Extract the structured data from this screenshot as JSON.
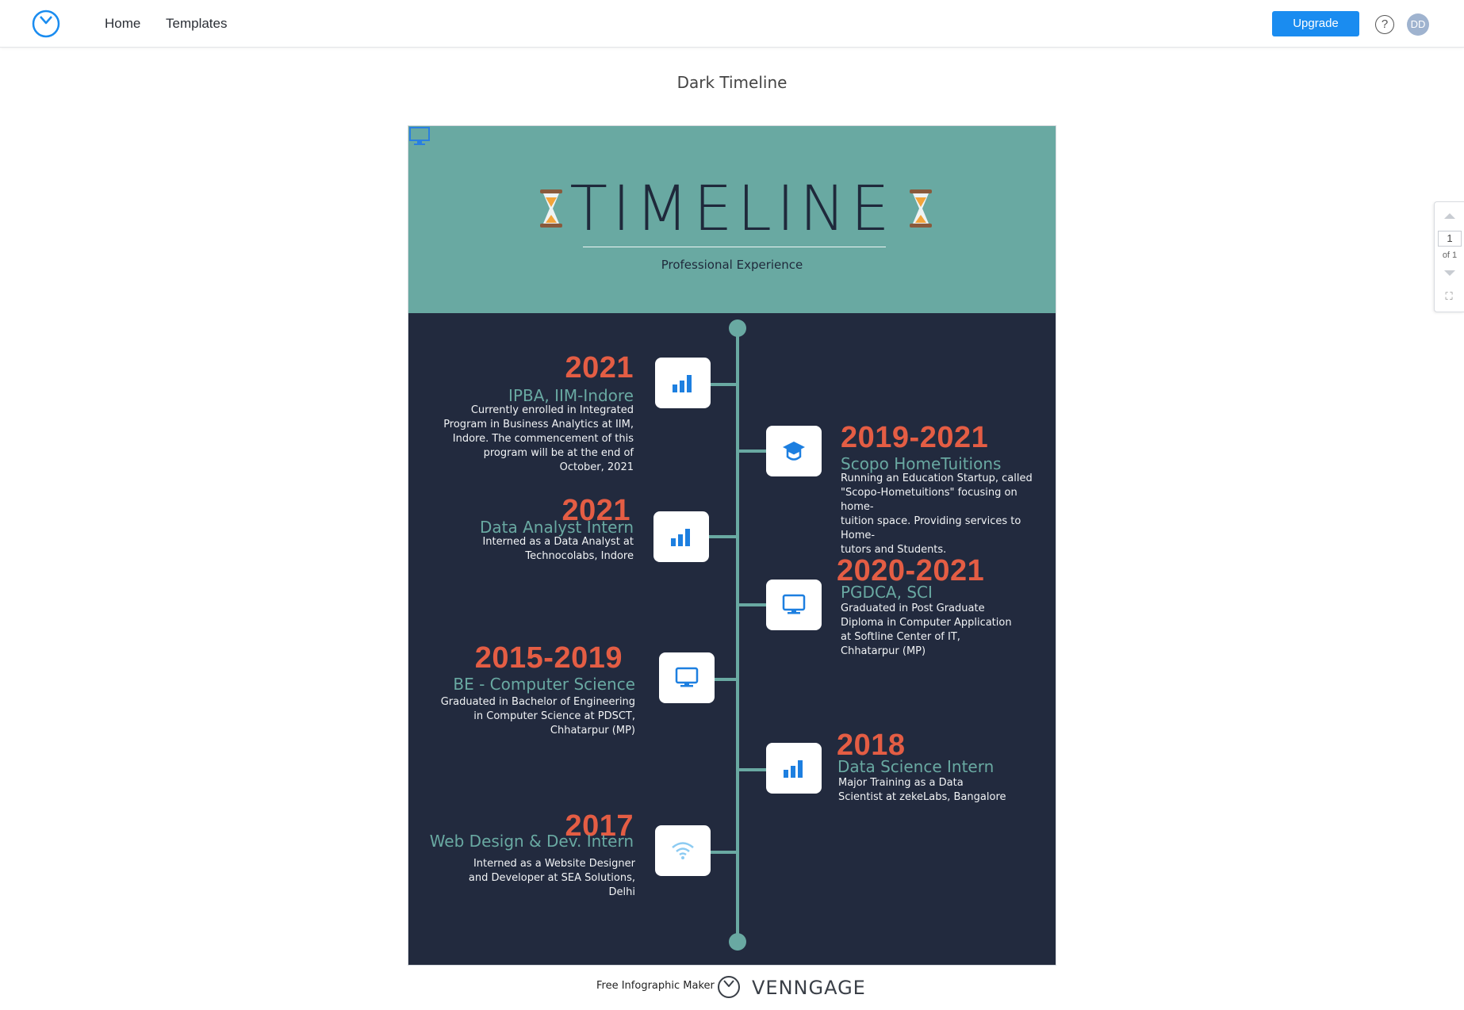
{
  "nav": {
    "home_label": "Home",
    "templates_label": "Templates",
    "upgrade_label": "Upgrade",
    "help_label": "?",
    "avatar_initials": "DD"
  },
  "document": {
    "title": "Dark Timeline"
  },
  "pager": {
    "current_page": "1",
    "of_label": "of 1"
  },
  "infographic": {
    "title": "TIMELINE",
    "subtitle": "Professional Experience",
    "colors": {
      "header": "#69a9a2",
      "body": "#222a3e",
      "year": "#e45d44",
      "role": "#69a9a2"
    },
    "entries": [
      {
        "side": "left",
        "year": "2021",
        "role": "IPBA, IIM-Indore",
        "icon": "bar-chart-icon",
        "desc": [
          "Currently enrolled in Integrated",
          "Program in Business Analytics at IIM,",
          "Indore. The commencement of this",
          "program will be at the end of",
          "October, 2021"
        ]
      },
      {
        "side": "right",
        "year": "2019-2021",
        "role": "Scopo HomeTuitions",
        "icon": "graduation-cap-icon",
        "desc": [
          "Running an Education Startup, called",
          "\"Scopo-Hometuitions\" focusing on home-",
          "tuition space. Providing services to Home-",
          "tutors and Students."
        ]
      },
      {
        "side": "left",
        "year": "2021",
        "role": "Data Analyst Intern",
        "icon": "bar-chart-icon",
        "desc": [
          "Interned as a Data Analyst at",
          "Technocolabs, Indore"
        ]
      },
      {
        "side": "right",
        "year": "2020-2021",
        "role": "PGDCA, SCI",
        "icon": "monitor-icon",
        "desc": [
          "Graduated in Post Graduate",
          "Diploma in Computer Application",
          "at Softline Center of IT,",
          "Chhatarpur (MP)"
        ]
      },
      {
        "side": "left",
        "year": "2015-2019",
        "role": "BE - Computer Science",
        "icon": "monitor-icon",
        "desc": [
          "Graduated in Bachelor of Engineering",
          "in Computer Science at PDSCT,",
          "Chhatarpur (MP)"
        ]
      },
      {
        "side": "right",
        "year": "2018",
        "role": "Data Science Intern",
        "icon": "bar-chart-icon",
        "desc": [
          "Major Training as a Data",
          "Scientist at zekeLabs, Bangalore"
        ]
      },
      {
        "side": "left",
        "year": "2017",
        "role": "Web Design & Dev. Intern",
        "icon": "wifi-icon",
        "desc": [
          "Interned as a Website Designer",
          "and Developer at SEA Solutions,",
          "Delhi"
        ]
      }
    ]
  },
  "footer": {
    "text": "Free Infographic Maker",
    "brand": "VENNGAGE"
  }
}
